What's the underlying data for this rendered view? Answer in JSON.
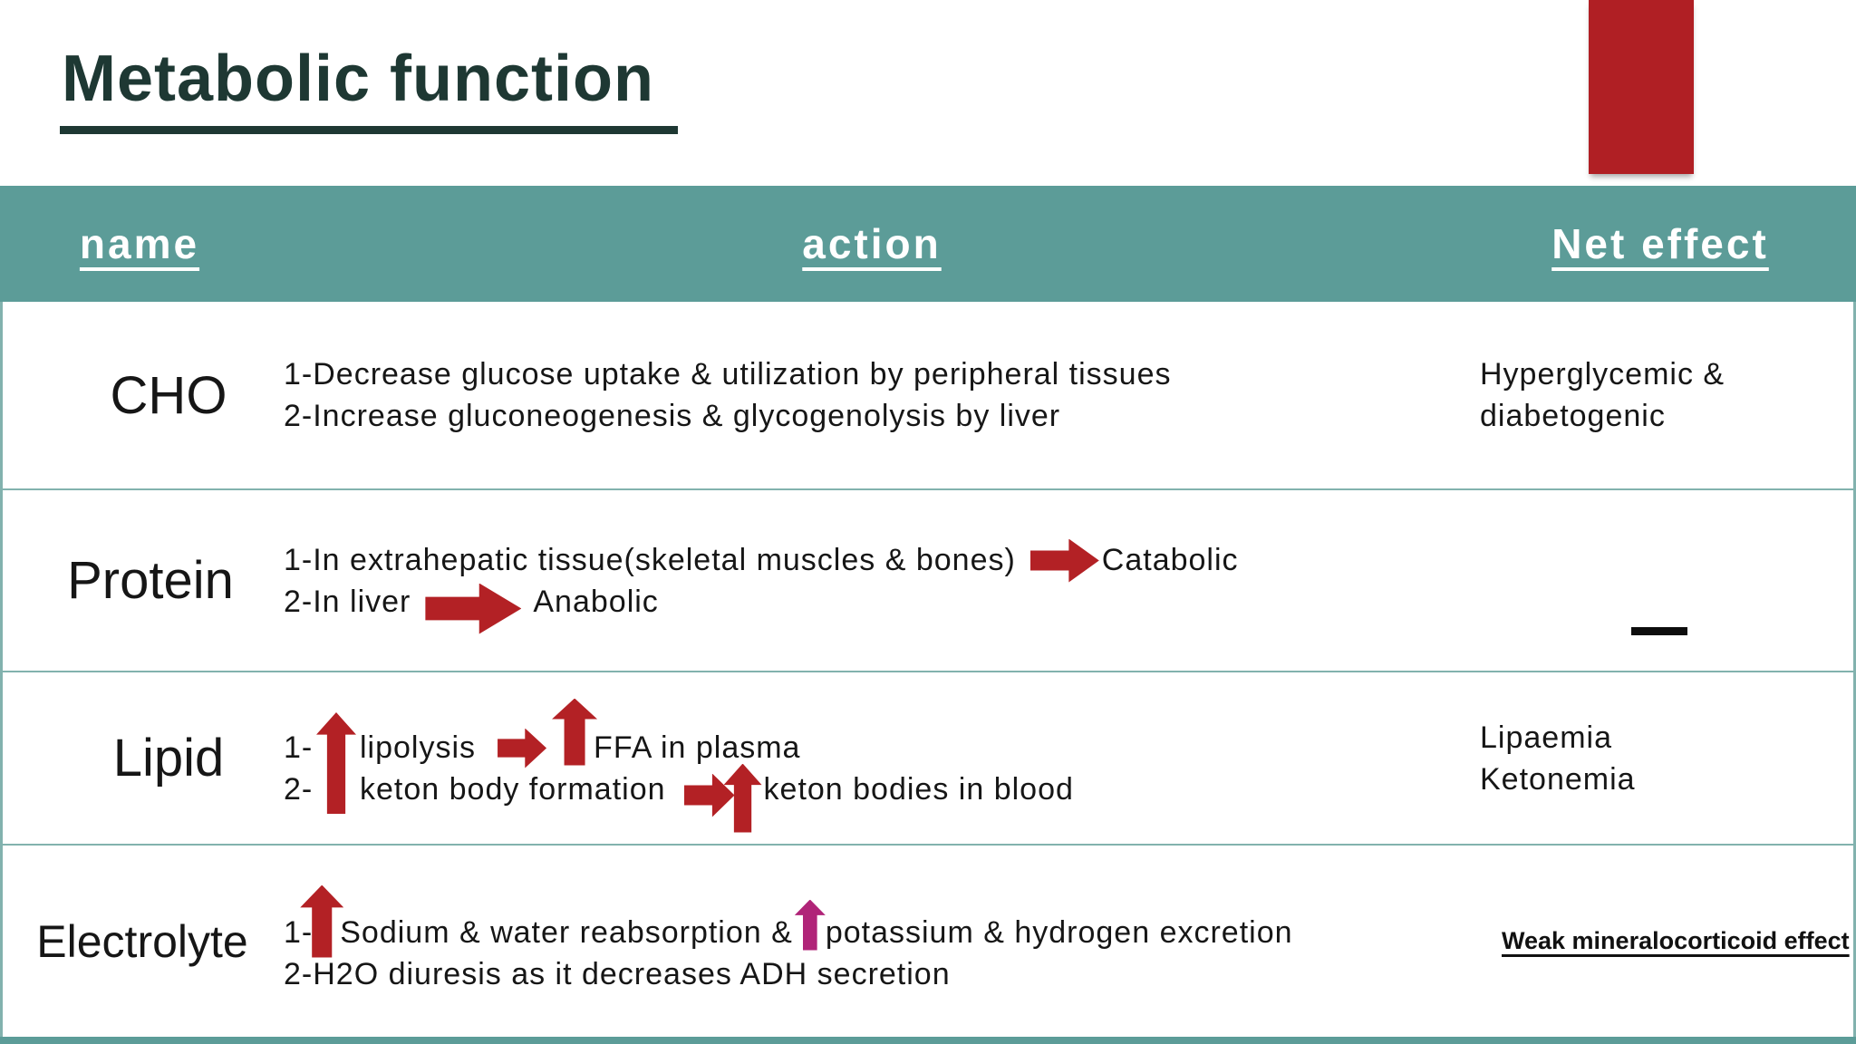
{
  "slide": {
    "title": "Metabolic function"
  },
  "colors": {
    "teal_header": "#5C9C98",
    "row_border": "#82B2AE",
    "title_text": "#1E3833",
    "arrow_red": "#B32125",
    "accent_rect_red": "#B01F24",
    "arrow_magenta": "#B02478",
    "dash_black": "#0D0D0D",
    "header_text": "#FFFFFF",
    "body_text": "#161616"
  },
  "icons": {
    "up_arrow": "red block arrow pointing up (increase)",
    "right_arrow": "red block arrow pointing right (leads to)",
    "magenta_up_arrow": "magenta block arrow pointing up (increase)",
    "dash": "black horizontal bar meaning no net effect"
  },
  "table": {
    "headers": {
      "name": "name",
      "action": "action",
      "net_effect": "Net effect"
    },
    "rows": {
      "cho": {
        "name": "CHO",
        "action1": "1-Decrease glucose uptake & utilization by peripheral tissues",
        "action2": "2-Increase gluconeogenesis & glycogenolysis by liver",
        "net1": "Hyperglycemic &",
        "net2": "diabetogenic"
      },
      "protein": {
        "name": "Protein",
        "action1_text": "1-In extrahepatic tissue(skeletal muscles & bones)",
        "action1_result": "Catabolic",
        "action2_text": "2-In liver",
        "action2_result": "Anabolic",
        "net_symbol": "—"
      },
      "lipid": {
        "name": "Lipid",
        "line1_num": "1-",
        "line1_a": "lipolysis",
        "line1_b": "FFA in plasma",
        "line2_num": "2-",
        "line2_a": "keton body formation",
        "line2_b": "keton bodies in blood",
        "net1": "Lipaemia",
        "net2": "Ketonemia"
      },
      "electrolyte": {
        "name": "Electrolyte",
        "line1_num": "1-",
        "line1_a": "Sodium & water reabsorption &",
        "line1_b": "potassium & hydrogen excretion",
        "line2": "2-H2O diuresis as it decreases ADH secretion",
        "net": "Weak mineralocorticoid effect"
      }
    }
  }
}
